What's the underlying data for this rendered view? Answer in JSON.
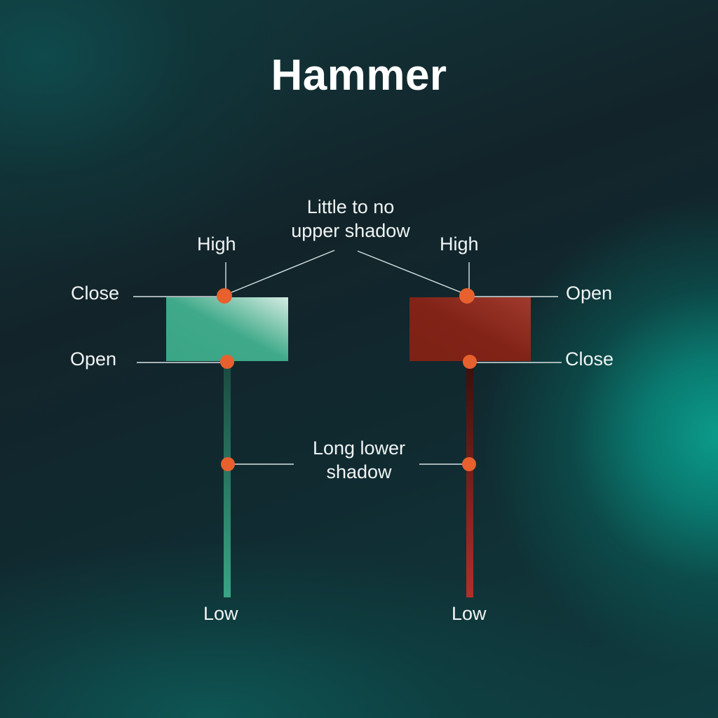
{
  "title": "Hammer",
  "colors": {
    "bullish_body": "#3ea888",
    "bearish_body": "#8a2418",
    "marker": "#e8602e",
    "leader_line": "#d8e2e2",
    "text": "#f0f4f4"
  },
  "bullish_candle": {
    "labels": {
      "high": "High",
      "close": "Close",
      "open": "Open",
      "low": "Low"
    }
  },
  "bearish_candle": {
    "labels": {
      "high": "High",
      "open": "Open",
      "close": "Close",
      "low": "Low"
    }
  },
  "annotations": {
    "upper_shadow_line1": "Little to no",
    "upper_shadow_line2": "upper shadow",
    "lower_shadow_line1": "Long lower",
    "lower_shadow_line2": "shadow"
  }
}
